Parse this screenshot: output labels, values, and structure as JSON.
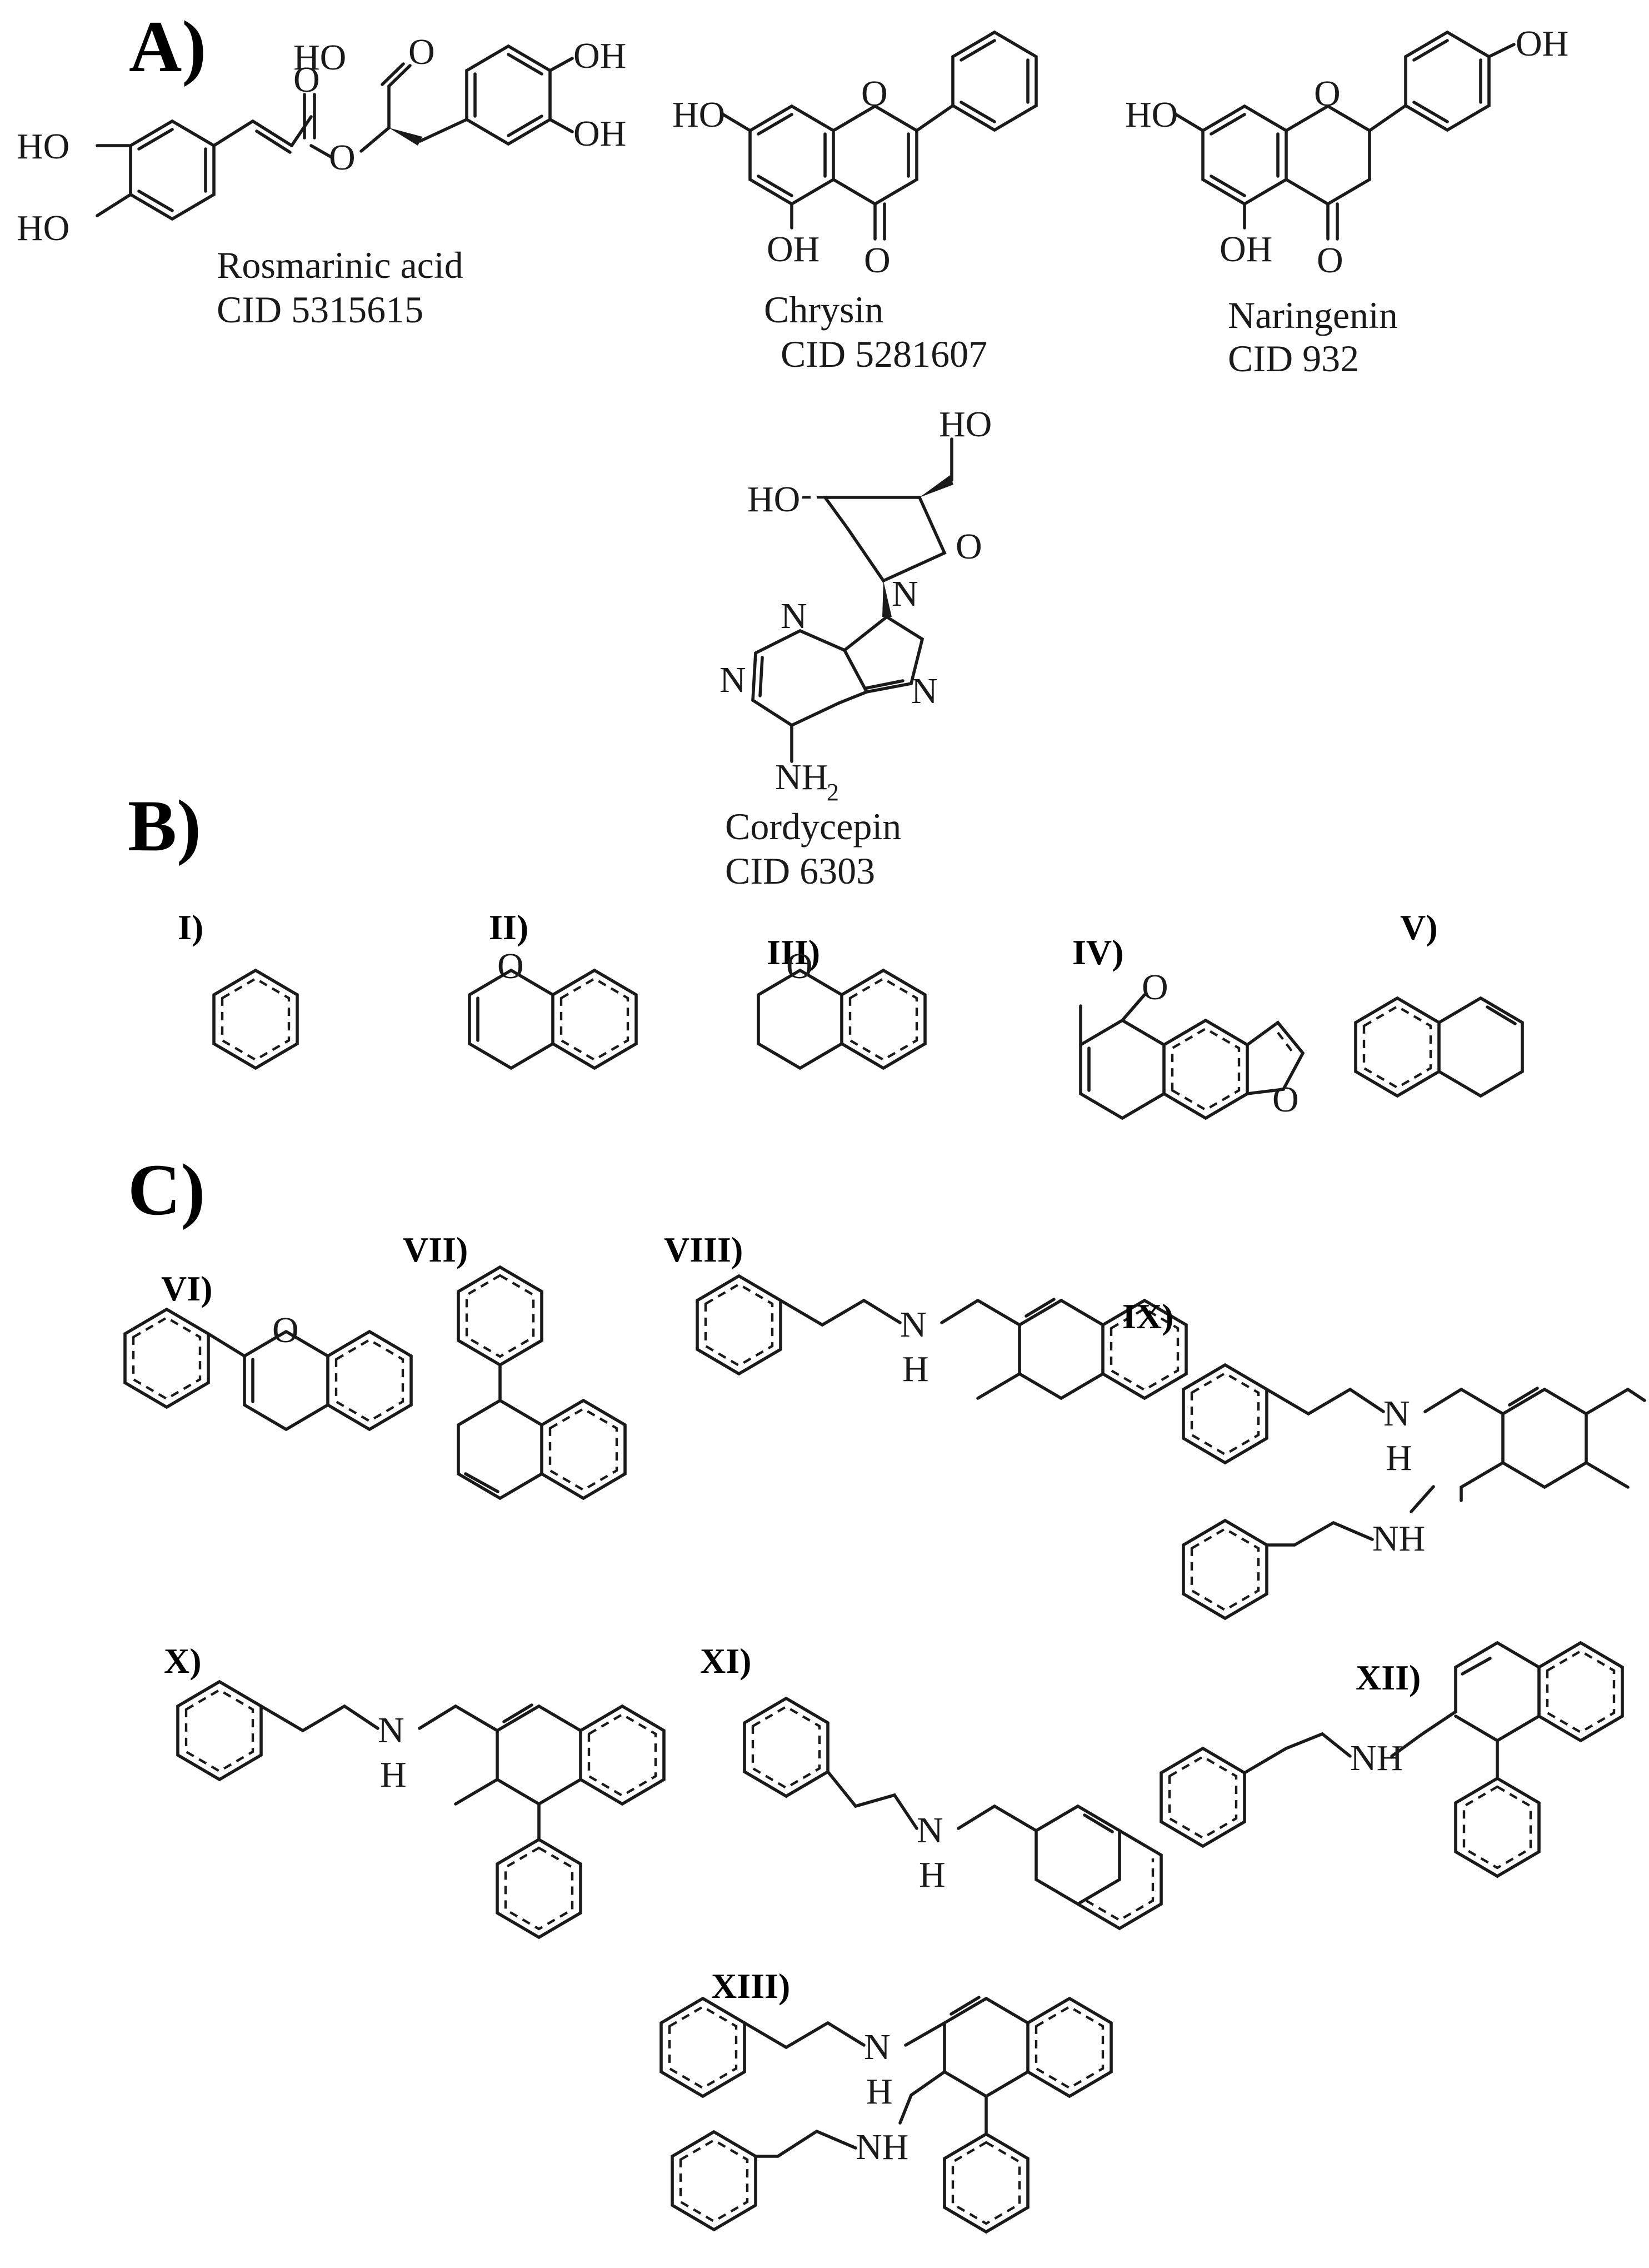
{
  "panels": {
    "A": "A)",
    "B": "B)",
    "C": "C)"
  },
  "compounds": {
    "rosmarinic": {
      "name": "Rosmarinic acid",
      "cid": "CID 5315615"
    },
    "chrysin": {
      "name": "Chrysin",
      "cid": "CID 5281607"
    },
    "naringenin": {
      "name": "Naringenin",
      "cid": "CID 932"
    },
    "cordycepin": {
      "name": "Cordycepin",
      "cid": "CID 6303"
    }
  },
  "atoms": {
    "ho": "HO",
    "oh": "OH",
    "o": "O",
    "n": "N",
    "nh": "NH",
    "h": "H",
    "nh2_main": "NH",
    "nh2_sub": "2"
  },
  "fragments": {
    "I": "I)",
    "II": "II)",
    "III": "III)",
    "IV": "IV)",
    "V": "V)",
    "VI": "VI)",
    "VII": "VII)",
    "VIII": "VIII)",
    "IX": "IX)",
    "X": "X)",
    "XI": "XI)",
    "XII": "XII)",
    "XIII": "XIII)"
  }
}
